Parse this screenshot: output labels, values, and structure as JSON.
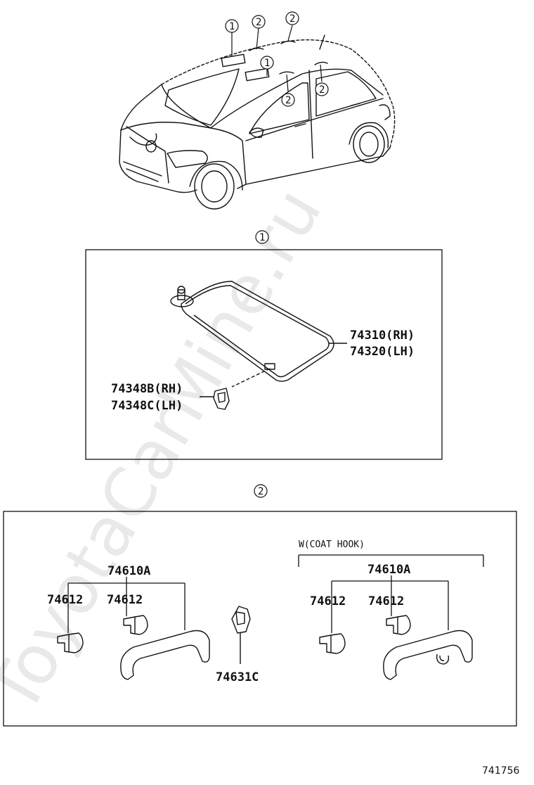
{
  "watermark": "ToyotaCarMine.ru",
  "car_callouts": [
    {
      "label": "1"
    },
    {
      "label": "1"
    },
    {
      "label": "2"
    },
    {
      "label": "2"
    },
    {
      "label": "2"
    },
    {
      "label": "2"
    }
  ],
  "section1": {
    "marker": "1",
    "parts": [
      {
        "number": "74310(RH)"
      },
      {
        "number": "74320(LH)"
      },
      {
        "number": "74348B(RH)"
      },
      {
        "number": "74348C(LH)"
      }
    ]
  },
  "section2": {
    "marker": "2",
    "left_group": {
      "assembly": "74610A",
      "clips": [
        "74612",
        "74612"
      ]
    },
    "center_part": "74631C",
    "right_group": {
      "note": "W(COAT HOOK)",
      "assembly": "74610A",
      "clips": [
        "74612",
        "74612"
      ]
    }
  },
  "figure_id": "741756"
}
